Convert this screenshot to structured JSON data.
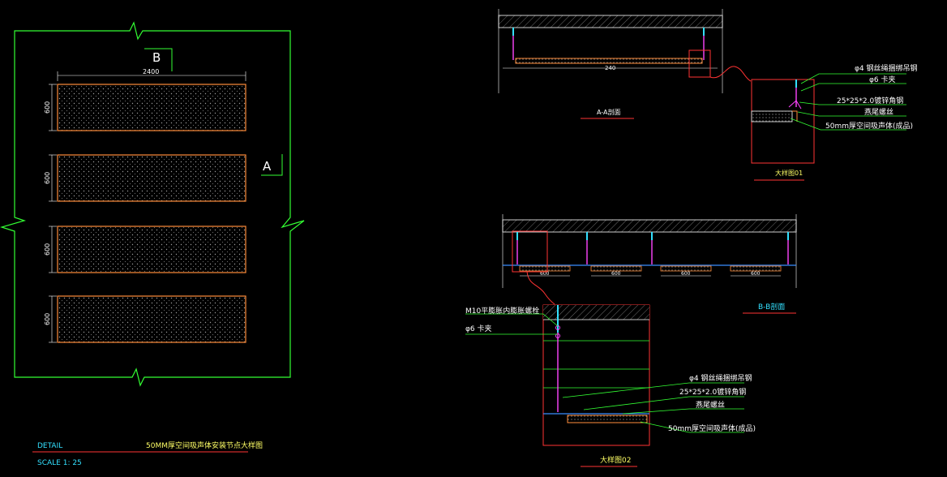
{
  "plan": {
    "label_b": "B",
    "label_a": "A",
    "width_dim": "2400",
    "panel_dims": [
      "600",
      "600",
      "600",
      "600"
    ]
  },
  "section_aa": {
    "title": "A-A剖面",
    "dim": "240",
    "callout": "大样图01",
    "notes": [
      "φ4 钢丝绳捆绑吊钢",
      "φ6 卡夹",
      "25*25*2.0镀锌角钢",
      "燕尾螺丝",
      "50mm厚空间吸声体(成品)"
    ]
  },
  "section_bb": {
    "title": "B-B剖面",
    "dims": [
      "600",
      "600",
      "600",
      "600"
    ]
  },
  "detail02": {
    "title": "大样图02",
    "notes_left": [
      "M10平膨胀内膨胀螺栓",
      "φ6 卡夹"
    ],
    "notes_right": [
      "φ4 钢丝绳捆绑吊钢",
      "25*25*2.0镀锌角钢",
      "燕尾螺丝",
      "50mm厚空间吸声体(成品)"
    ]
  },
  "title_block": {
    "detail_label": "DETAIL",
    "title": "50MM厚空间吸声体安装节点大样图",
    "scale_label": "SCALE  1:  25"
  },
  "colors": {
    "green": "#33ff33",
    "red": "#ff3333",
    "orange": "#ff8c3a",
    "white": "#ffffff",
    "cyan": "#33e0ff",
    "magenta": "#ff44ff",
    "blue": "#3a8cff"
  }
}
